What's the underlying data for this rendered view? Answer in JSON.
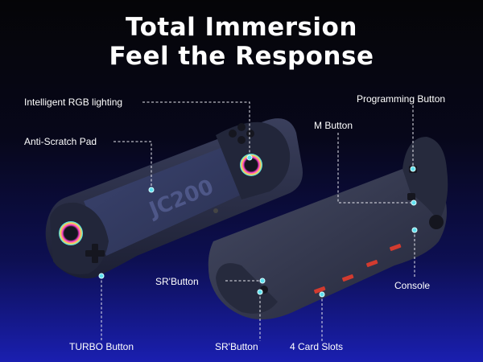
{
  "headline": {
    "line1": "Total Immersion",
    "line2": "Feel the Response"
  },
  "controller_brand": "JC200",
  "callouts": {
    "rgb_lighting": "Intelligent RGB lighting",
    "anti_scratch": "Anti-Scratch Pad",
    "programming": "Programming Button",
    "m_button": "M Button",
    "sr_button_1": "SR'Button",
    "console": "Console",
    "turbo": "TURBO Button",
    "sr_button_2": "SR'Button",
    "card_slots": "4 Card Slots"
  },
  "colors": {
    "accent_dot": "#5fe1f0",
    "slot_red": "#d23b2f",
    "controller_body": "#2b2f4a"
  }
}
